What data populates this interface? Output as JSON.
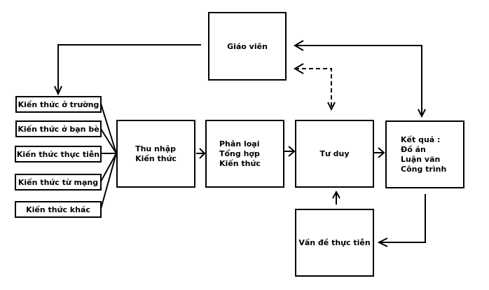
{
  "diagram": {
    "teacher": "Giáo viên",
    "sources": [
      "Kiến thức ở trường",
      "Kiến thức ở bạn bè",
      "Kiến thức thực tiễn",
      "Kiến thức từ mạng",
      "Kiến thức  khác"
    ],
    "collect": "Thu nhập\nKiến thức",
    "classify": "Phân loại\nTổng hợp\nKiến thức",
    "thinking": "Tư duy",
    "result": "Kết quả :\nĐồ án\nLuận văn\nCông trình",
    "problem": "Vấn đề thực tiễn"
  }
}
